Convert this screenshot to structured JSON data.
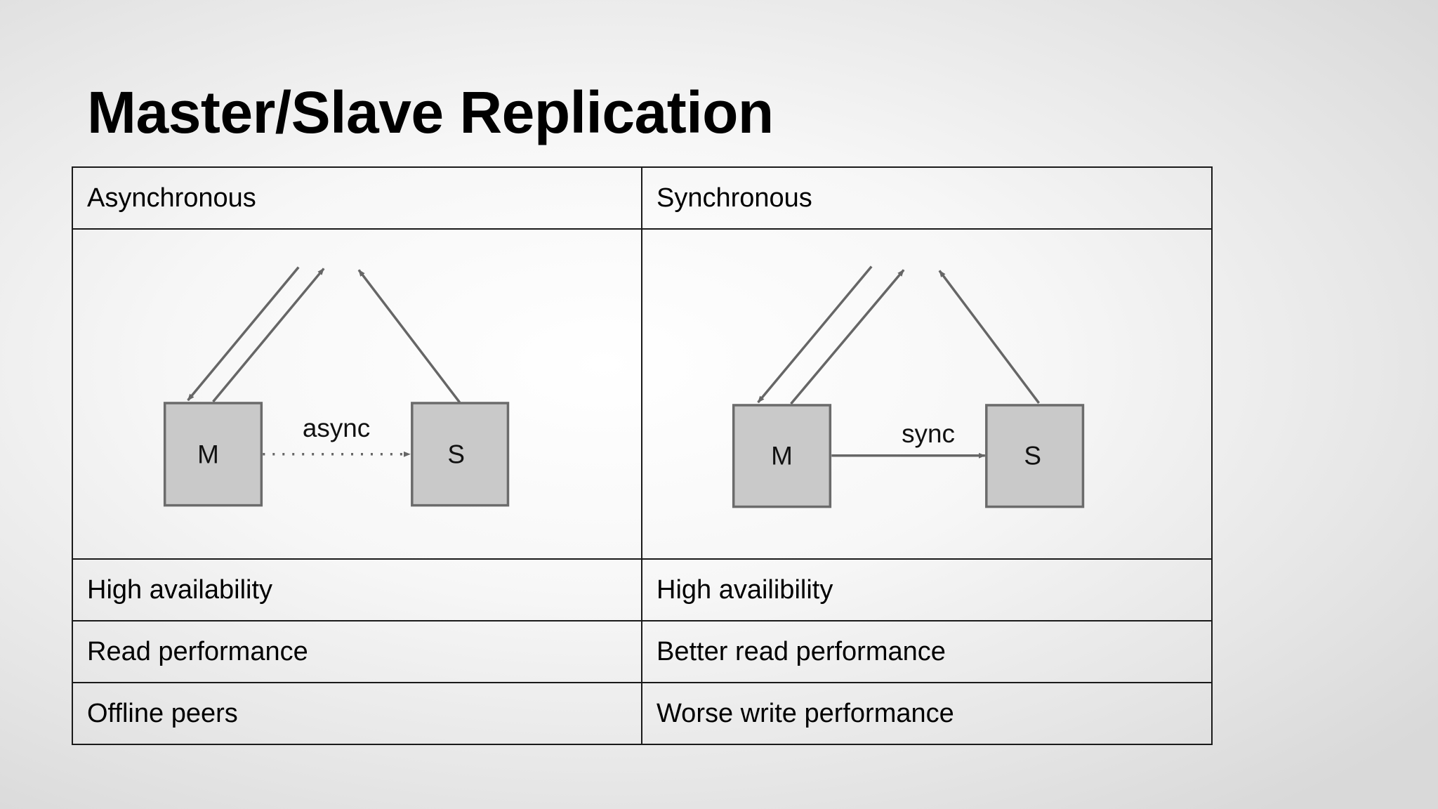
{
  "slide": {
    "title": "Master/Slave Replication"
  },
  "table": {
    "header": [
      "Asynchronous",
      "Synchronous"
    ],
    "diagrams": [
      {
        "master_label": "M",
        "slave_label": "S",
        "link_label": "async",
        "link_style": "dotted"
      },
      {
        "master_label": "M",
        "slave_label": "S",
        "link_label": "sync",
        "link_style": "solid"
      }
    ],
    "rows": [
      [
        "High availability",
        "High availibility"
      ],
      [
        "Read performance",
        "Better read performance"
      ],
      [
        "Offline peers",
        "Worse write performance"
      ]
    ]
  },
  "colors": {
    "node_fill": "#c9c9c9",
    "node_stroke": "#6b6b6b",
    "arrow": "#666666",
    "border": "#1a1a1a"
  }
}
